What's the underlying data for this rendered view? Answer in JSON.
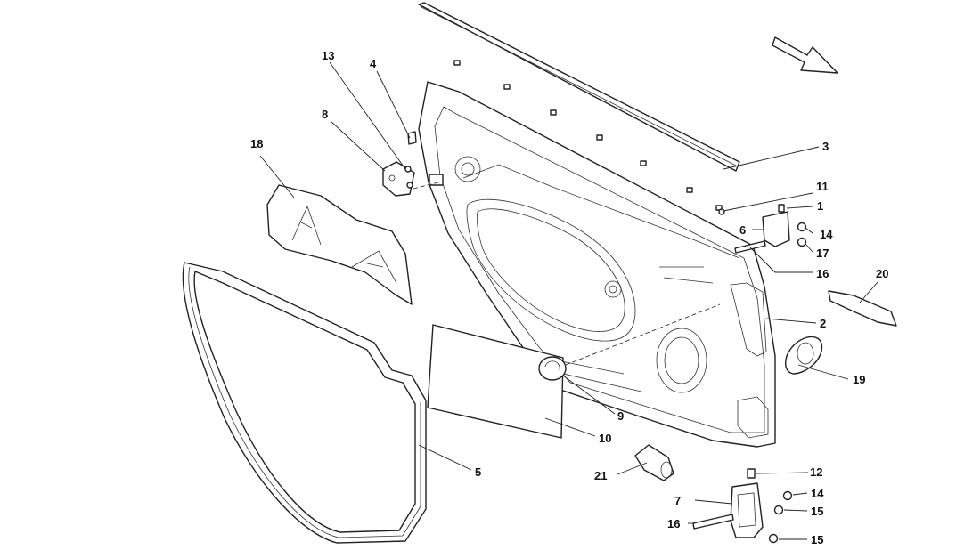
{
  "diagram": {
    "callouts": [
      "1",
      "2",
      "3",
      "4",
      "5",
      "6",
      "7",
      "8",
      "9",
      "10",
      "11",
      "12",
      "13",
      "14",
      "14",
      "15",
      "15",
      "16",
      "16",
      "17",
      "18",
      "19",
      "20",
      "21"
    ]
  }
}
